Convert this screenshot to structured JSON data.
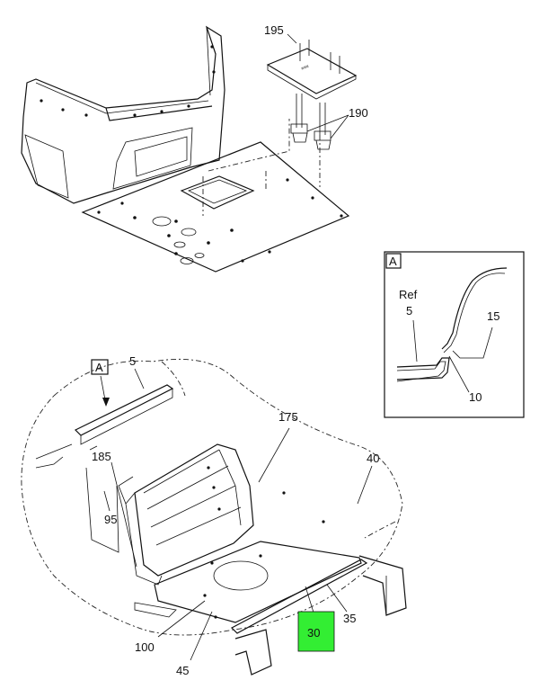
{
  "callouts": {
    "c195": "195",
    "c190": "190",
    "c5": "5",
    "c175": "175",
    "c40": "40",
    "c185": "185",
    "c95": "95",
    "c100": "100",
    "c45": "45",
    "c30": "30",
    "c35": "35"
  },
  "detail": {
    "tag": "A",
    "ref_label": "Ref",
    "ref_num": "5",
    "c15": "15",
    "c10": "10"
  },
  "view_tag": "A",
  "highlight": {
    "callout": "30",
    "color": "#33ee33"
  }
}
